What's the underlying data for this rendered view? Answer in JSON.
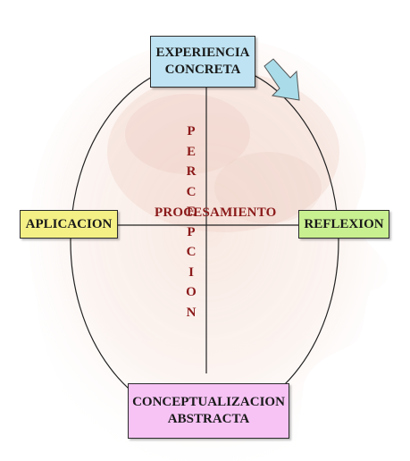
{
  "diagram": {
    "nodes": {
      "top": {
        "lines": [
          "EXPERIENCIA",
          "CONCRETA"
        ],
        "color": "#bfe3f2"
      },
      "left": {
        "lines": [
          "APLICACION"
        ],
        "color": "#f4f086"
      },
      "right": {
        "lines": [
          "REFLEXION"
        ],
        "color": "#c9f090"
      },
      "bottom": {
        "lines": [
          "CONCEPTUALIZACION",
          "ABSTRACTA"
        ],
        "color": "#f7c3f5"
      }
    },
    "axes": {
      "horizontal_label": "PROCESAMIENTO",
      "vertical_label_letters": [
        "P",
        "E",
        "R",
        "C",
        "E",
        "P",
        "C",
        "I",
        "O",
        "N"
      ],
      "label_color": "#8b1a1a"
    },
    "arrow": {
      "color": "#a9dce8",
      "direction": "clockwise"
    },
    "background": {
      "shows": "head silhouette (faded, warm tones)"
    }
  }
}
